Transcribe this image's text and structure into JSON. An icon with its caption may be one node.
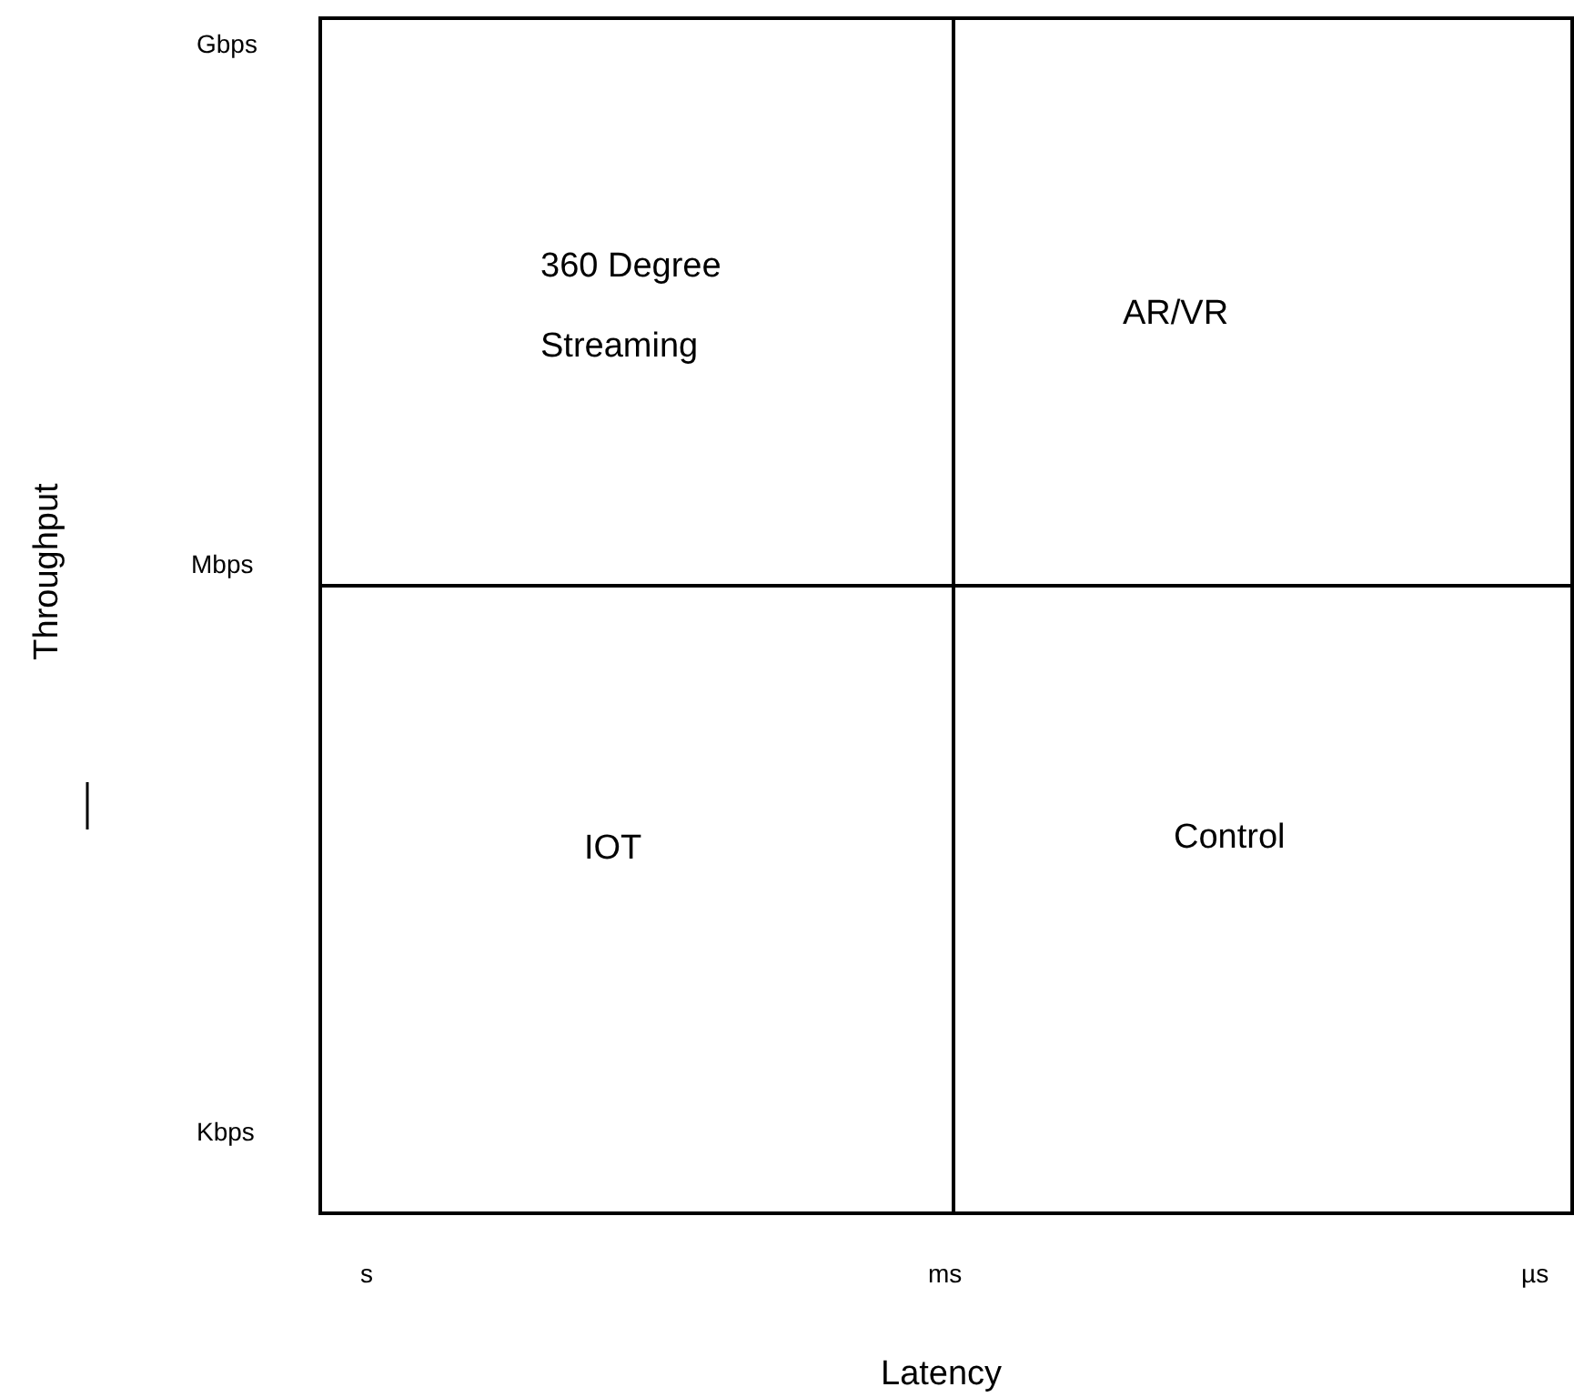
{
  "diagram": {
    "nodes": [
      {
        "text": [
          "360 Degree Streaming"
        ]
      },
      {
        "text": [
          "AR/VR"
        ]
      },
      {
        "text": [
          "IOT"
        ]
      },
      {
        "text": [
          "Control"
        ]
      }
    ],
    "labels": [
      "Gbps",
      "Mbps",
      "Throughput",
      "Kbps",
      "s",
      "ms",
      "µs",
      "Latency"
    ]
  }
}
